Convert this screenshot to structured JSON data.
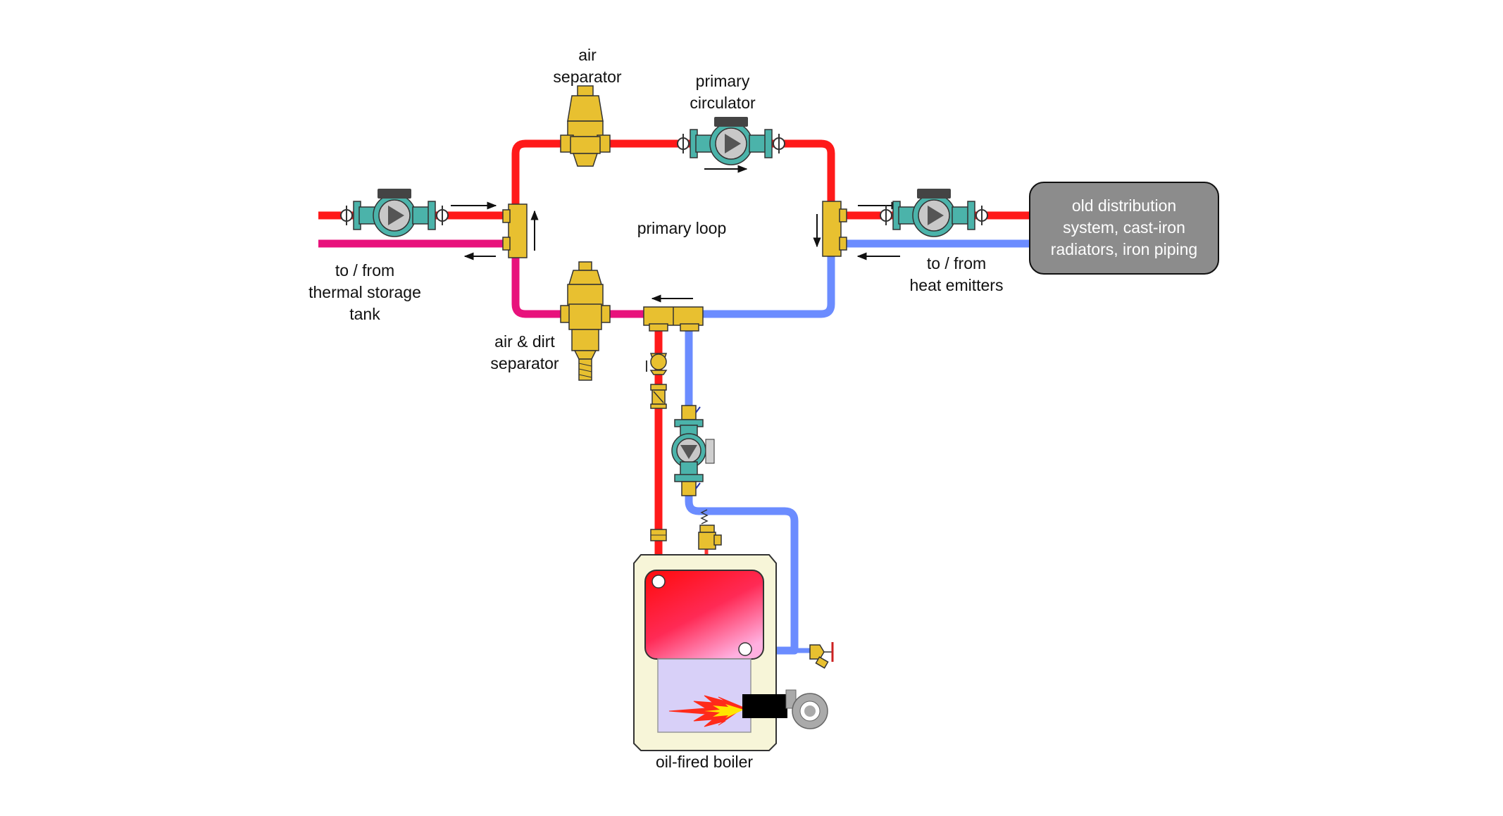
{
  "labels": {
    "air_separator": [
      "air",
      "separator"
    ],
    "primary_circulator": [
      "primary",
      "circulator"
    ],
    "primary_loop": "primary loop",
    "to_from_storage": [
      "to / from",
      "thermal storage",
      "tank"
    ],
    "to_from_emitters": [
      "to / from",
      "heat emitters"
    ],
    "air_dirt_separator": [
      "air & dirt",
      "separator"
    ],
    "old_distribution": [
      "old distribution",
      "system, cast-iron",
      "radiators, iron piping"
    ],
    "boiler": "oil-fired boiler"
  },
  "colors": {
    "supply": "#ff1a1a",
    "return": "#6b8cff",
    "mixed": "#e8127c",
    "brass": "#e8c030",
    "pump_teal": "#4bb3aa",
    "panel_gray": "#8c8c8c",
    "boiler_cabinet": "#f7f5d8"
  }
}
